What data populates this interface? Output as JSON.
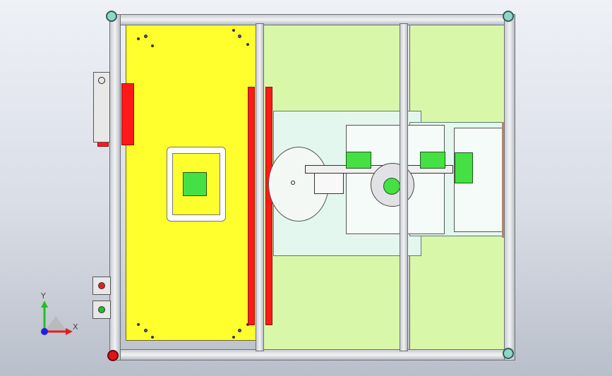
{
  "view": {
    "background_top": "#eef1f6",
    "background_bottom": "#b9bfca"
  },
  "triad": {
    "y_label": "Y",
    "x_label": "X",
    "y_color": "#22c022",
    "x_color": "#e02020",
    "z_color": "#2020e0"
  },
  "colors": {
    "frame": "#d0d3d8",
    "floor_panel": "#d9f7a9",
    "yellow_plate": "#ffff2e",
    "red_rail": "#ff1a1a",
    "carriage": "#e4f7ef",
    "green_part": "#44e044",
    "stop_button": "#e02020",
    "start_button": "#22c022"
  },
  "components": [
    {
      "name": "aluminum-frame",
      "icon": "extrusion-profile"
    },
    {
      "name": "yellow-mounting-plate",
      "icon": "plate"
    },
    {
      "name": "red-guide-rails",
      "icon": "rail"
    },
    {
      "name": "rotary-table",
      "icon": "disc"
    },
    {
      "name": "gripper-carriage",
      "icon": "carriage"
    },
    {
      "name": "stop-button",
      "icon": "red-button-icon"
    },
    {
      "name": "start-button",
      "icon": "green-button-icon"
    }
  ]
}
